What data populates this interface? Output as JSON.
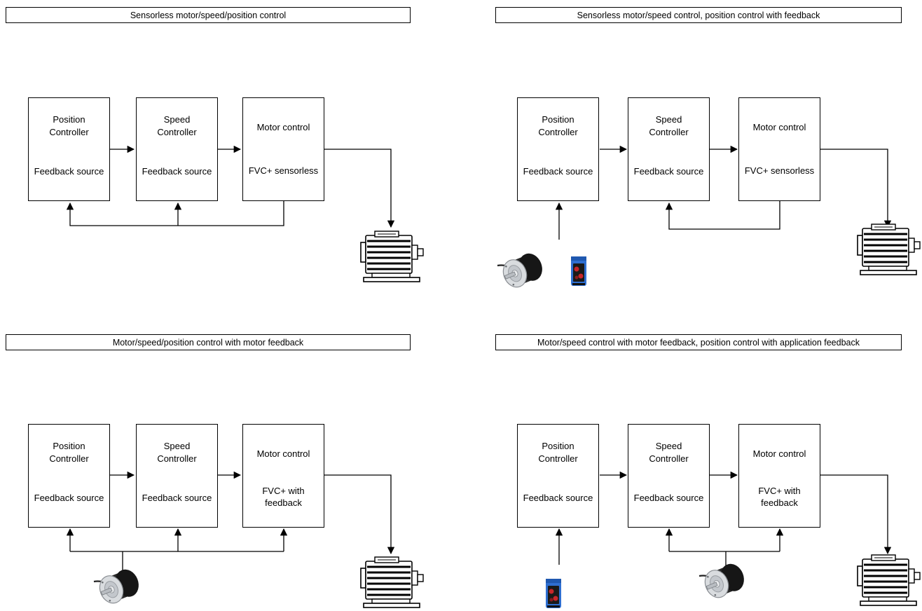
{
  "panels": [
    {
      "title": "Sensorless motor/speed/position control",
      "position_controller": {
        "title": "Position\nController",
        "source": "Feedback source"
      },
      "speed_controller": {
        "title": "Speed\nController",
        "source": "Feedback source"
      },
      "motor_control": {
        "title": "Motor control",
        "mode": "FVC+ sensorless"
      }
    },
    {
      "title": "Sensorless motor/speed control, position control with feedback",
      "position_controller": {
        "title": "Position\nController",
        "source": "Feedback source"
      },
      "speed_controller": {
        "title": "Speed\nController",
        "source": "Feedback source"
      },
      "motor_control": {
        "title": "Motor control",
        "mode": "FVC+ sensorless"
      }
    },
    {
      "title": "Motor/speed/position control with motor feedback",
      "position_controller": {
        "title": "Position\nController",
        "source": "Feedback source"
      },
      "speed_controller": {
        "title": "Speed\nController",
        "source": "Feedback source"
      },
      "motor_control": {
        "title": "Motor control",
        "mode": "FVC+ with\nfeedback"
      }
    },
    {
      "title": "Motor/speed control with motor feedback, position control with application feedback",
      "position_controller": {
        "title": "Position\nController",
        "source": "Feedback source"
      },
      "speed_controller": {
        "title": "Speed\nController",
        "source": "Feedback source"
      },
      "motor_control": {
        "title": "Motor control",
        "mode": "FVC+ with\nfeedback"
      }
    }
  ],
  "icons": {
    "motor": "electric-motor-icon",
    "encoder": "rotary-encoder-icon",
    "sensor": "photoelectric-sensor-icon"
  },
  "colors": {
    "line": "#000000",
    "encoder_body": "#111111",
    "sensor_blue": "#2f6fd1",
    "sensor_red": "#c8262b"
  }
}
